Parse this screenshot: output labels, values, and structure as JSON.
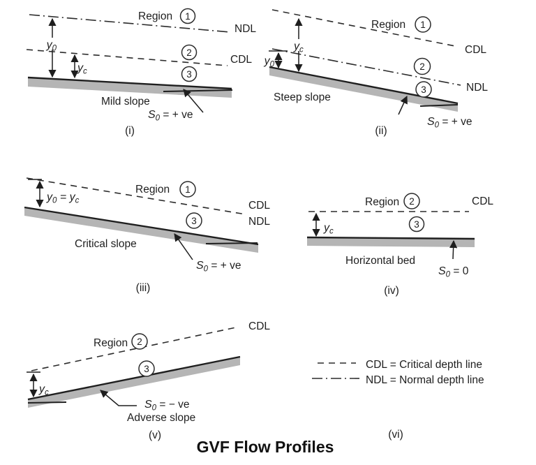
{
  "title": "GVF Flow Profiles",
  "colors": {
    "ink": "#2b2b2b",
    "bed_gray": "#b5b5b5",
    "background": "#ffffff"
  },
  "words": {
    "region": "Region"
  },
  "math": {
    "y0": {
      "base": "y",
      "sub": "0"
    },
    "yc": {
      "base": "y",
      "sub": "c"
    },
    "y0eqyc": {
      "base": "y",
      "sub": "0",
      "mid": " = y",
      "sub2": "c"
    },
    "s0pos": {
      "base": "S",
      "sub": "0",
      "rest": " = + ve"
    },
    "s0zero": {
      "base": "S",
      "sub": "0",
      "rest": " = 0"
    },
    "s0neg": {
      "base": "S",
      "sub": "0",
      "rest": " = − ve"
    }
  },
  "panels": {
    "i": {
      "caption": "(i)",
      "slope_label": "Mild slope",
      "line_top": "NDL",
      "line_mid": "CDL",
      "regions": [
        "1",
        "2",
        "3"
      ]
    },
    "ii": {
      "caption": "(ii)",
      "slope_label": "Steep slope",
      "line_top": "CDL",
      "line_mid": "NDL",
      "regions": [
        "1",
        "2",
        "3"
      ]
    },
    "iii": {
      "caption": "(iii)",
      "slope_label": "Critical slope",
      "line_label_1": "CDL",
      "line_label_2": "NDL",
      "regions": [
        "1",
        "3"
      ]
    },
    "iv": {
      "caption": "(iv)",
      "slope_label": "Horizontal bed",
      "line_top": "CDL",
      "regions": [
        "2",
        "3"
      ]
    },
    "v": {
      "caption": "(v)",
      "slope_label": "Adverse slope",
      "line_top": "CDL",
      "regions": [
        "2",
        "3"
      ]
    }
  },
  "legend": {
    "caption": "(vi)",
    "cdl_entry": "CDL = Critical depth line",
    "ndl_entry": "NDL = Normal depth line"
  }
}
